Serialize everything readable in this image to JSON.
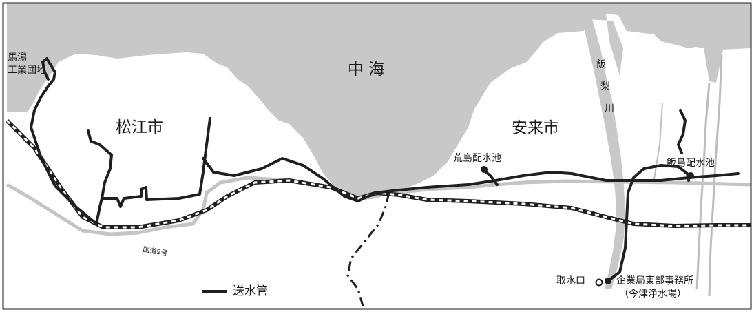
{
  "labels": {
    "sea": "中 海",
    "matsue": "松江市",
    "yasugi": "安来市",
    "umagata_1": "馬潟",
    "umagata_2": "工業団地",
    "river_1": "飯",
    "river_2": "梨",
    "river_3": "川",
    "arashima": "荒島配水池",
    "iijima": "飯島配水池",
    "route9": "国道9号",
    "intake": "取水口",
    "office_1": "企業局東部事務所",
    "office_2": "（今津浄水場）"
  },
  "legend": {
    "pipe_label": "送水管"
  },
  "colors": {
    "water": "#c8c8c8",
    "road": "#c4c4c4",
    "pipe": "#1f1f1f",
    "railway": "#1f1f1f",
    "border": "#1f1f1f",
    "land": "#ffffff"
  }
}
